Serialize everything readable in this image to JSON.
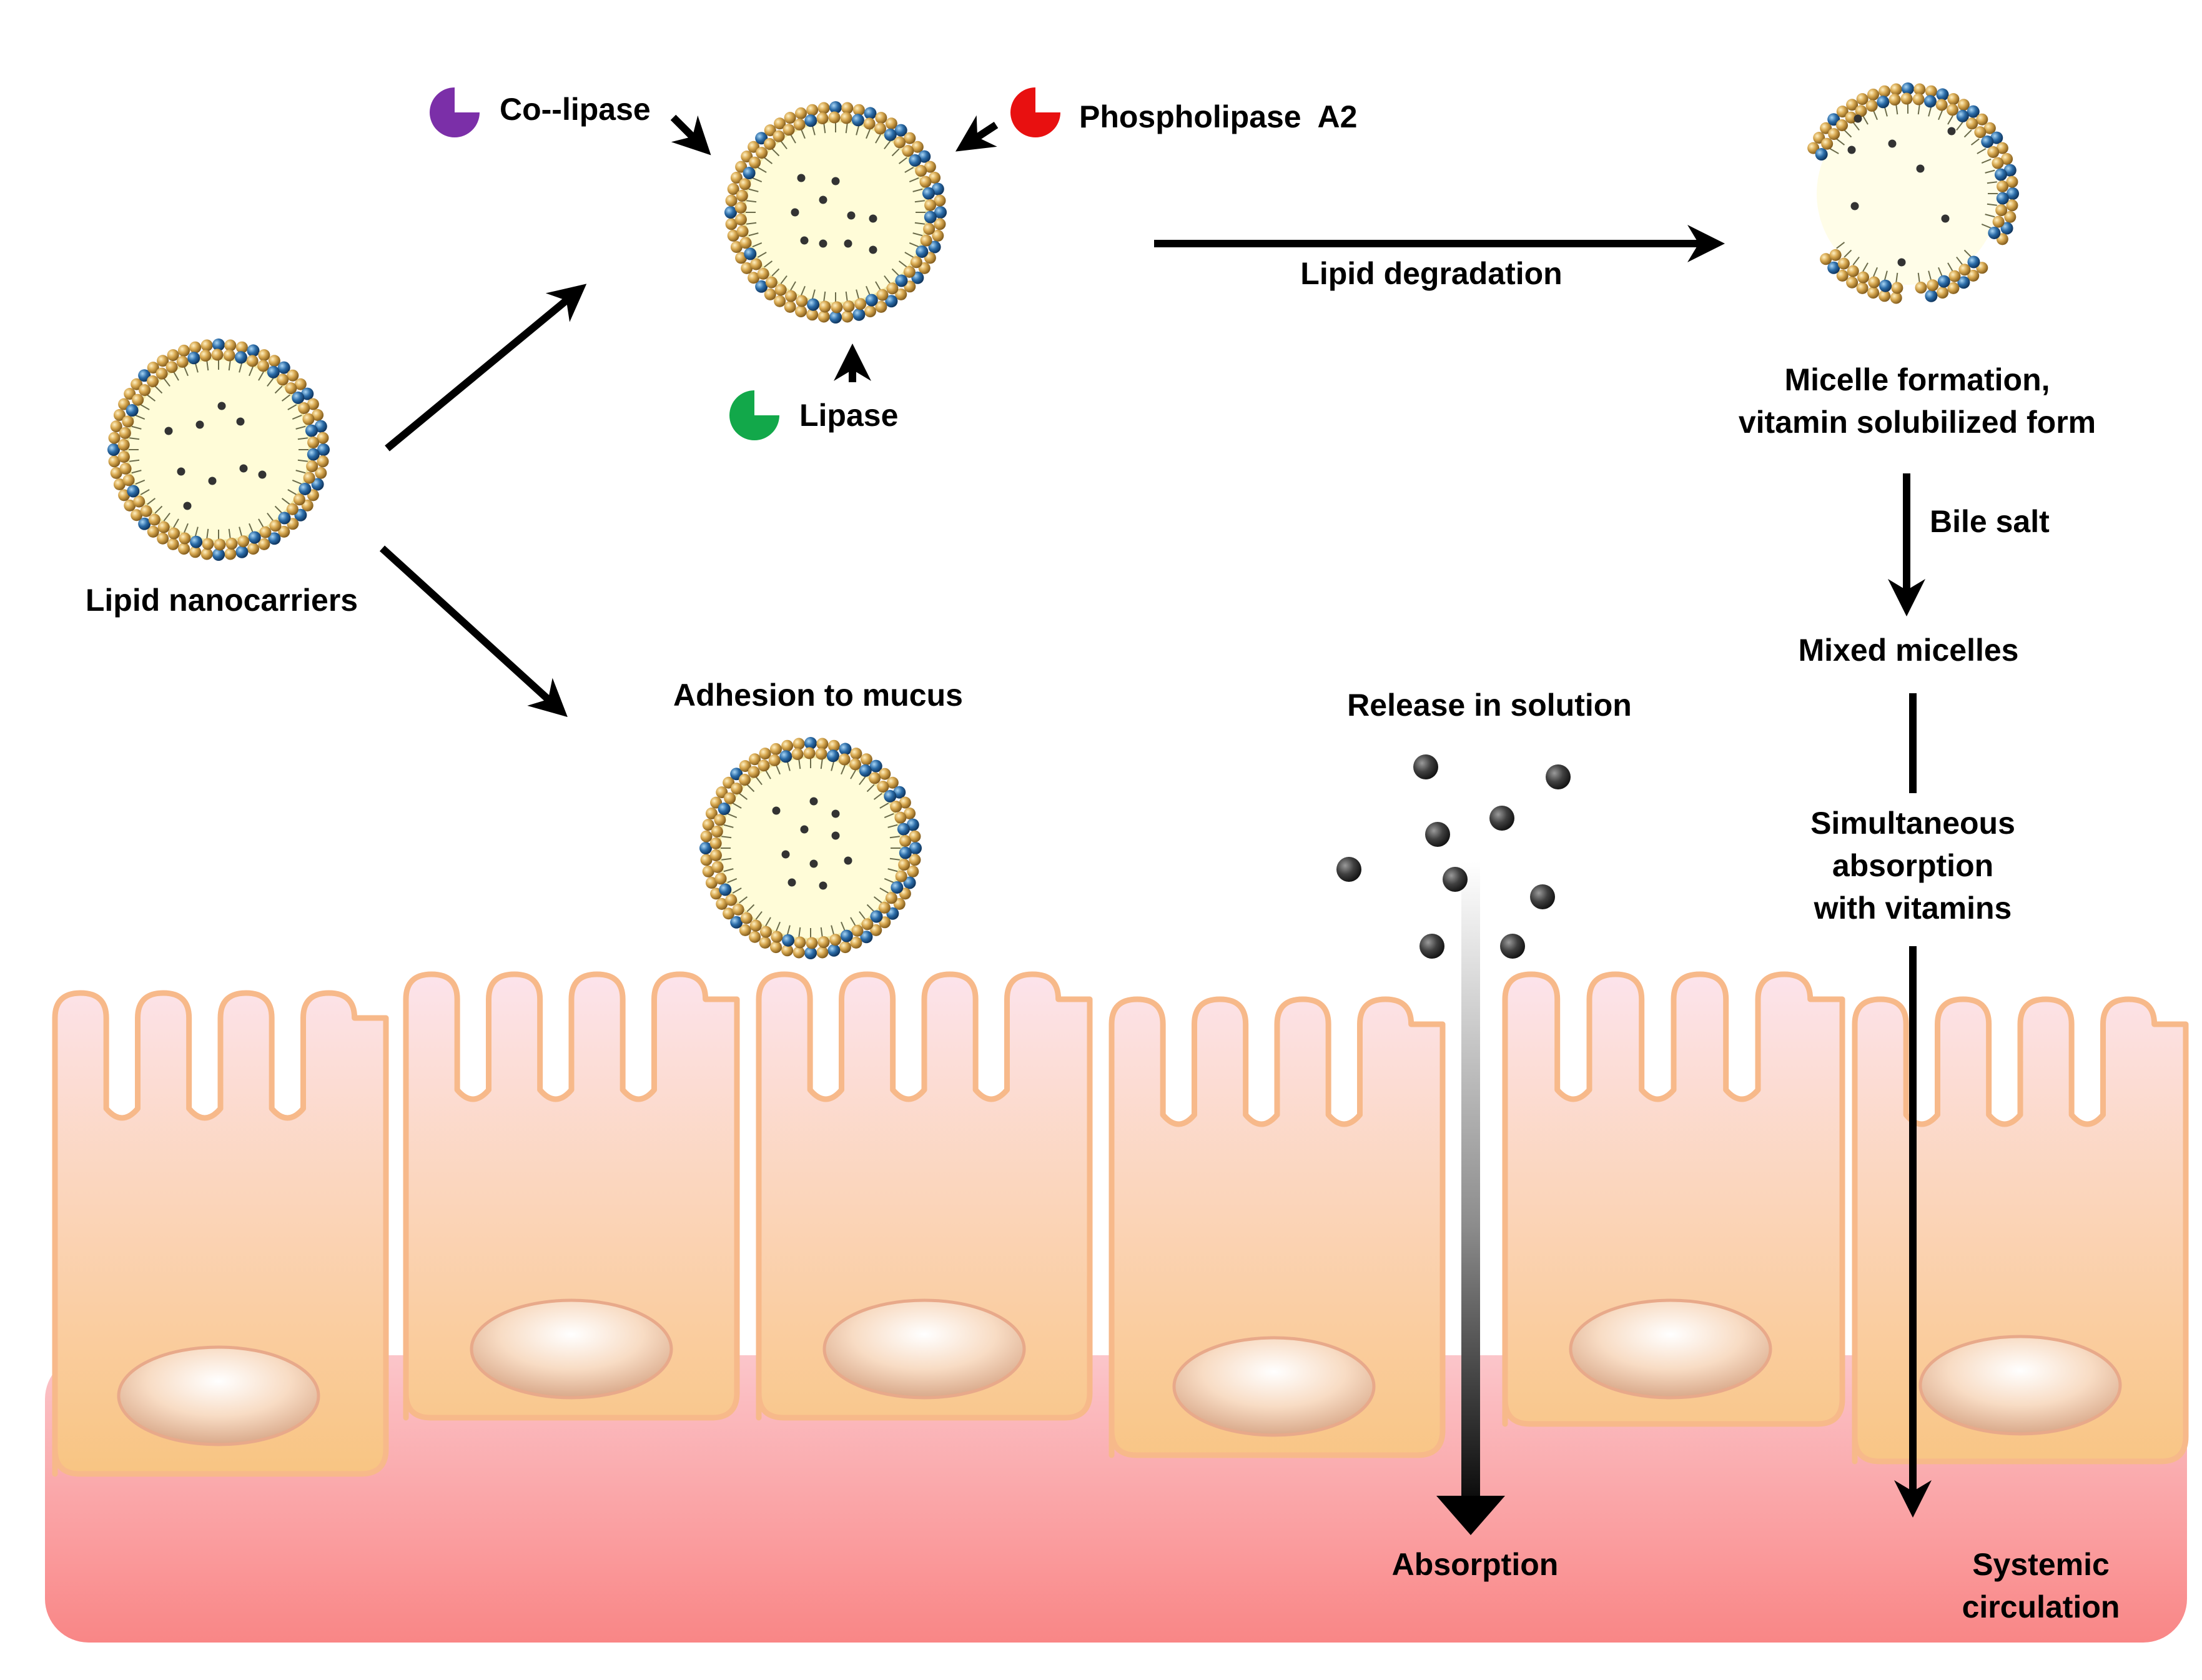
{
  "labels": {
    "lipid_nanocarriers": "Lipid nanocarriers",
    "co_lipase": "Co--lipase",
    "phospholipase": "Phospholipase  A2",
    "lipase": "Lipase",
    "lipid_degradation": "Lipid degradation",
    "micelle_line1": "Micelle formation,",
    "micelle_line2": "vitamin solubilized form",
    "bile_salt": "Bile salt",
    "mixed_micelles": "Mixed micelles",
    "simultaneous_line1": "Simultaneous",
    "simultaneous_line2": "absorption",
    "simultaneous_line3": "with vitamins",
    "adhesion": "Adhesion to mucus",
    "release": "Release in solution",
    "absorption": "Absorption",
    "systemic_line1": "Systemic",
    "systemic_line2": "circulation"
  },
  "colors": {
    "co_lipase": "#7B2FA8",
    "phospholipase": "#E81010",
    "lipase": "#12A84A",
    "gold_bead": "#C99A3C",
    "blue_bead": "#1F5F9A",
    "carrier_core": "#FFFCD8",
    "cell_outline": "#F7B98A",
    "tissue_bottom": "#F98686"
  },
  "icons": {
    "co_lipase": "pacman-enzyme-icon",
    "phospholipase": "pacman-enzyme-icon",
    "lipase": "pacman-enzyme-icon"
  }
}
